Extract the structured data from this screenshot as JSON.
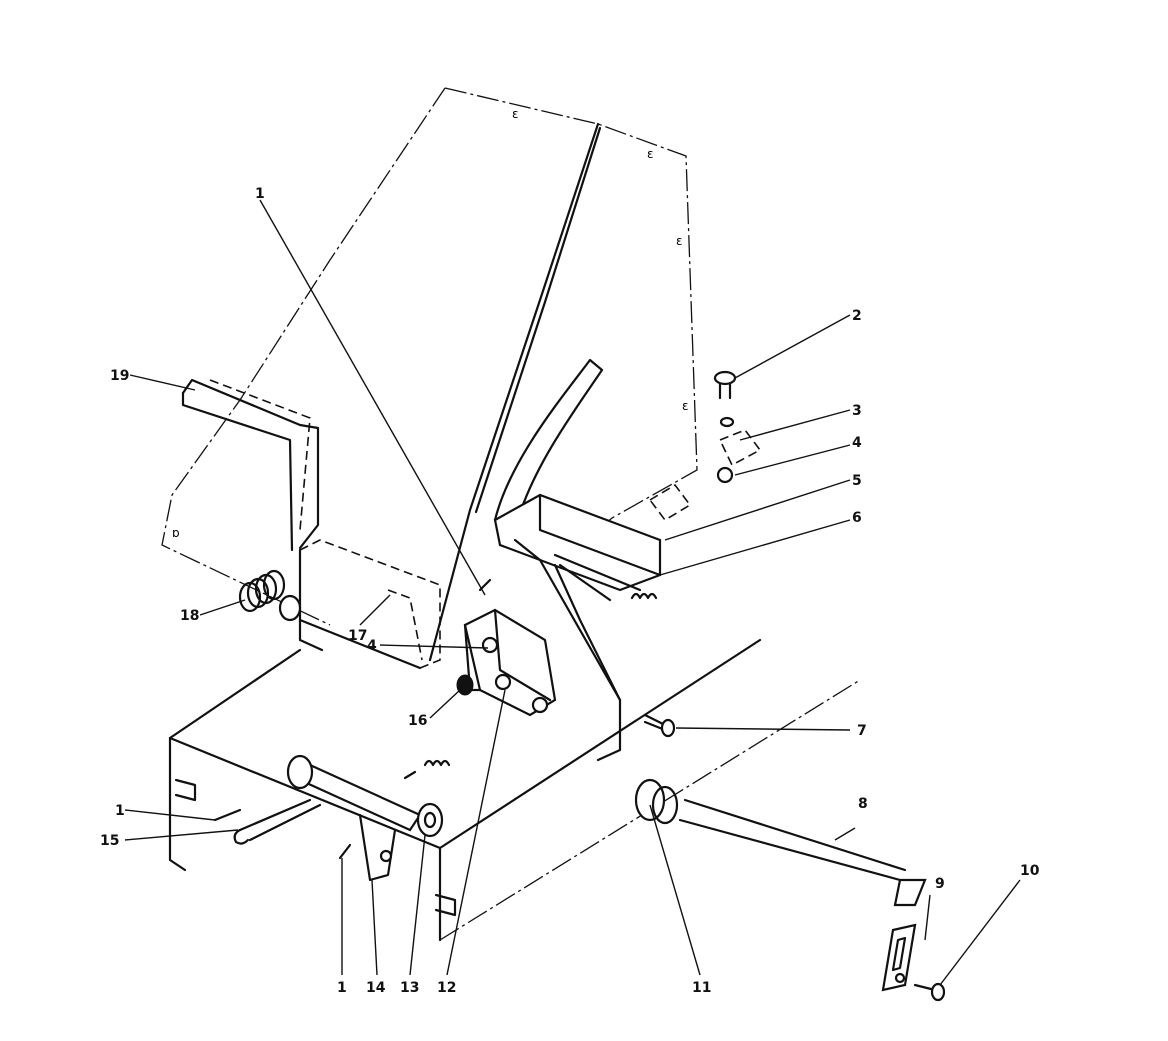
{
  "callouts": [
    {
      "label": "1"
    },
    {
      "label": "2"
    },
    {
      "label": "3"
    },
    {
      "label": "4"
    },
    {
      "label": "5"
    },
    {
      "label": "6"
    },
    {
      "label": "7"
    },
    {
      "label": "8"
    },
    {
      "label": "9"
    },
    {
      "label": "10"
    },
    {
      "label": "19"
    },
    {
      "label": "18"
    },
    {
      "label": "17"
    },
    {
      "label": "4"
    },
    {
      "label": "16"
    },
    {
      "label": "1"
    },
    {
      "label": "15"
    },
    {
      "label": "1"
    },
    {
      "label": "14"
    },
    {
      "label": "13"
    },
    {
      "label": "12"
    },
    {
      "label": "11"
    }
  ]
}
